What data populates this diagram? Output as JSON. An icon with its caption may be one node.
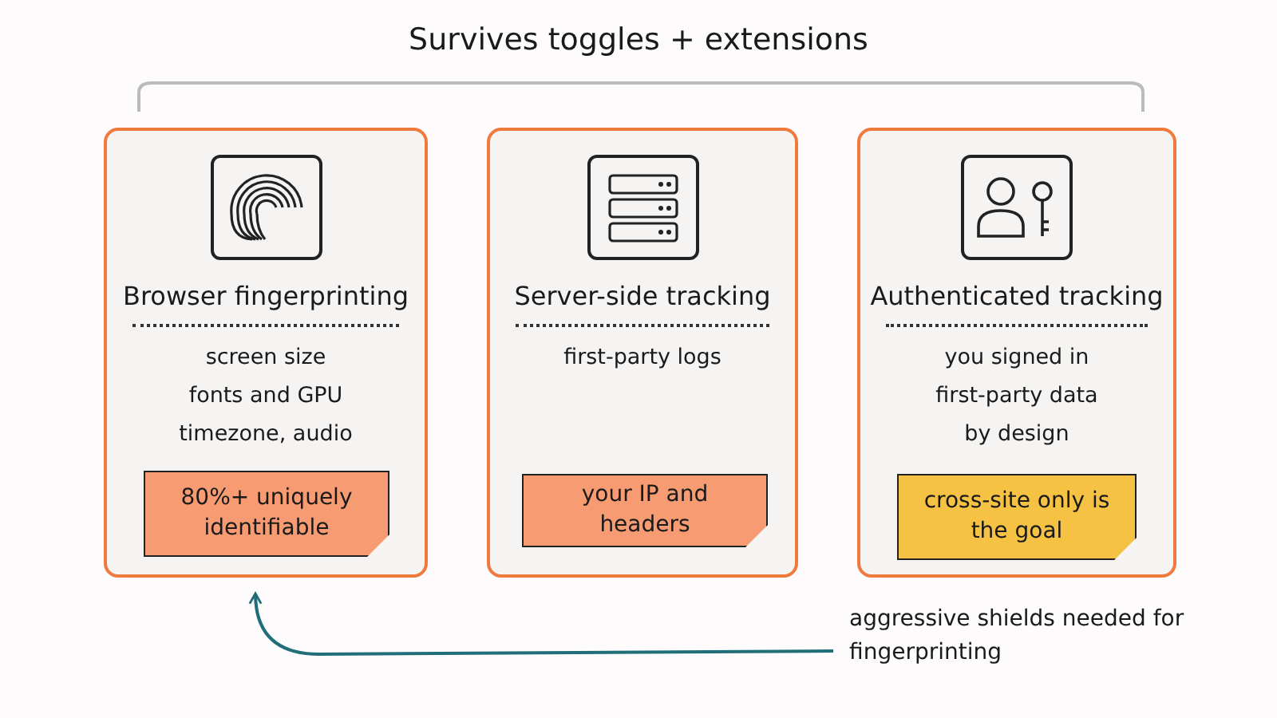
{
  "diagram": {
    "title": "Survives toggles + extensions",
    "nodes": [
      {
        "text": [
          "Browser fingerprinting",
          "screen size",
          "fonts and GPU",
          "timezone, audio"
        ]
      },
      {
        "text": [
          "80%+ uniquely identifiable"
        ],
        "in": 0
      },
      {
        "text": [
          "Server-side tracking",
          "first-party logs"
        ]
      },
      {
        "text": [
          "your IP and headers"
        ],
        "in": 2
      },
      {
        "text": [
          "Authenticated tracking",
          "you signed in",
          "first-party data",
          "by design"
        ]
      },
      {
        "text": [
          "cross-site only is the goal"
        ],
        "in": 4
      },
      {
        "text": [
          "aggressive shields needed for fingerprinting"
        ]
      }
    ],
    "edges": [
      {
        "from": 6,
        "to": 0,
        "arrow": "to",
        "color": "#1f6e78"
      }
    ]
  }
}
